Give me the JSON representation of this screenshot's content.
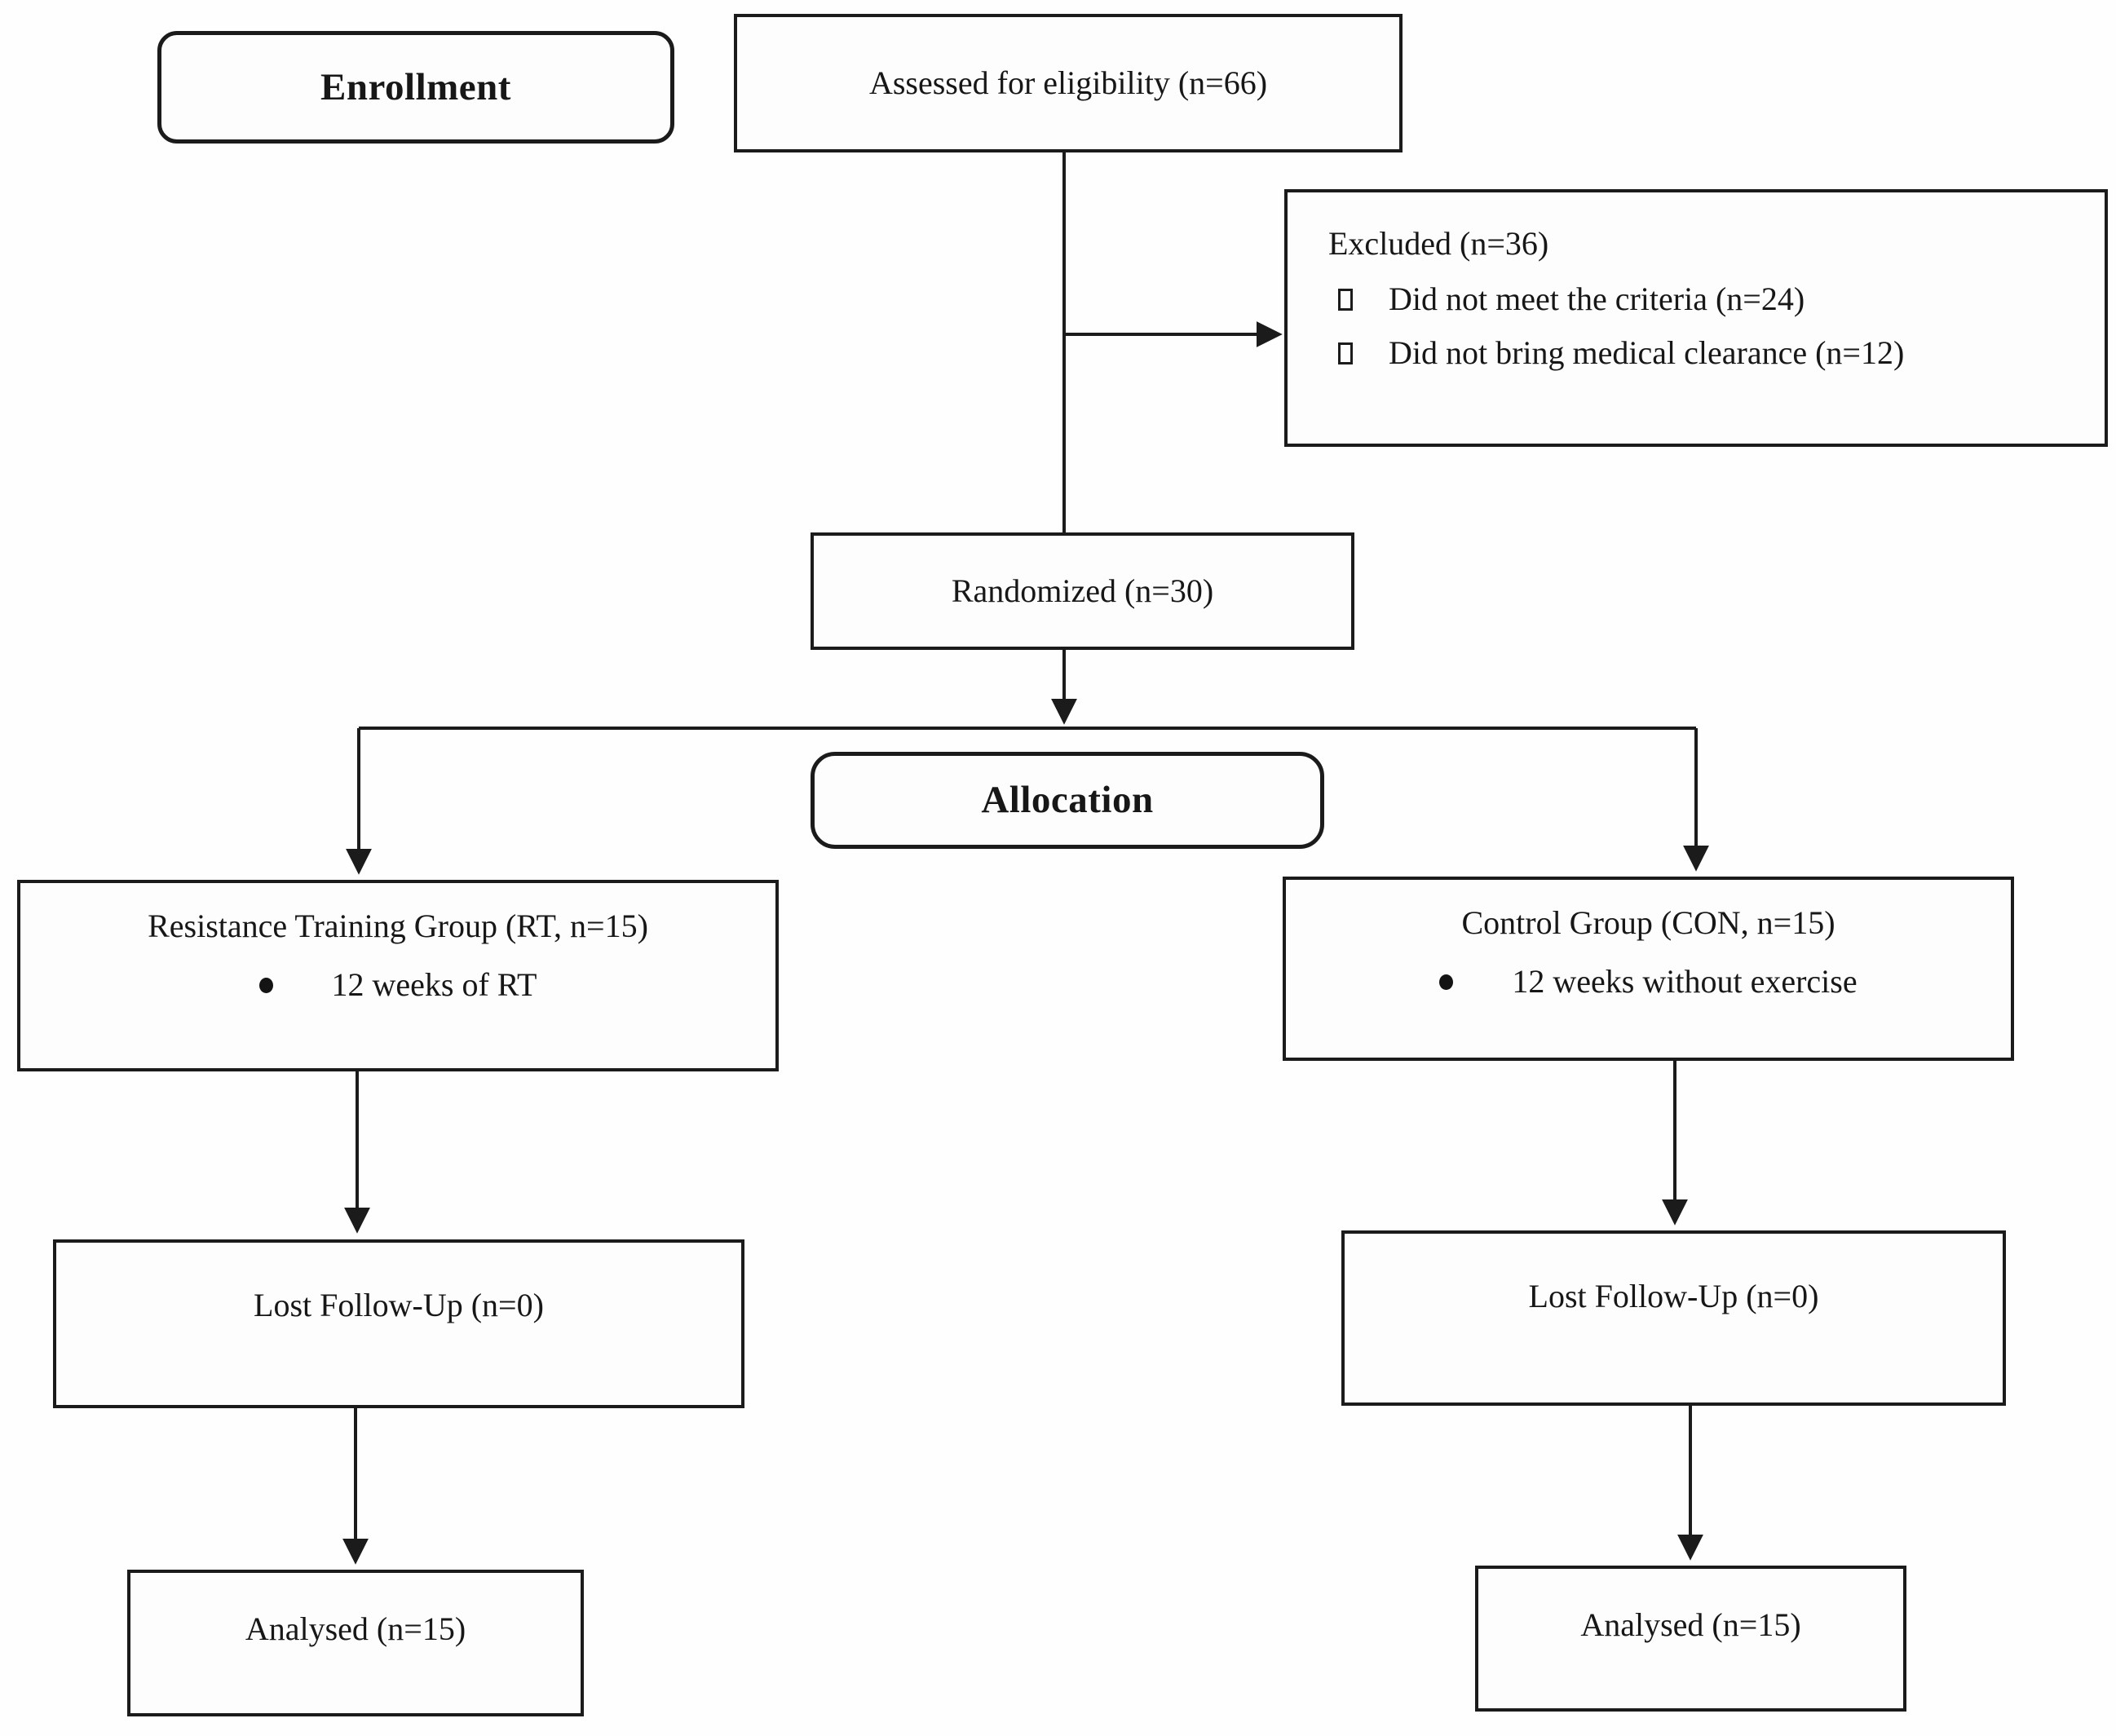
{
  "diagram": {
    "stages": {
      "enrollment": "Enrollment",
      "allocation": "Allocation"
    },
    "boxes": {
      "assessed": {
        "text": "Assessed for eligibility (n=66)"
      },
      "excluded": {
        "title": "Excluded (n=36)",
        "items": [
          "Did not meet the criteria (n=24)",
          "Did not bring medical clearance (n=12)"
        ]
      },
      "randomized": {
        "text": "Randomized (n=30)"
      },
      "rt_group": {
        "title": "Resistance Training Group (RT, n=15)",
        "bullet": "12 weeks of RT"
      },
      "control_group": {
        "title": "Control Group (CON, n=15)",
        "bullet": "12 weeks without exercise"
      },
      "lost_rt": {
        "text": "Lost Follow-Up (n=0)"
      },
      "lost_con": {
        "text": "Lost Follow-Up (n=0)"
      },
      "analysed_rt": {
        "text": "Analysed (n=15)"
      },
      "analysed_con": {
        "text": "Analysed (n=15)"
      }
    },
    "colors": {
      "line": "#1b1b1b",
      "border": "#1b1b1b",
      "background": "#fefefe",
      "text": "#171717"
    }
  }
}
